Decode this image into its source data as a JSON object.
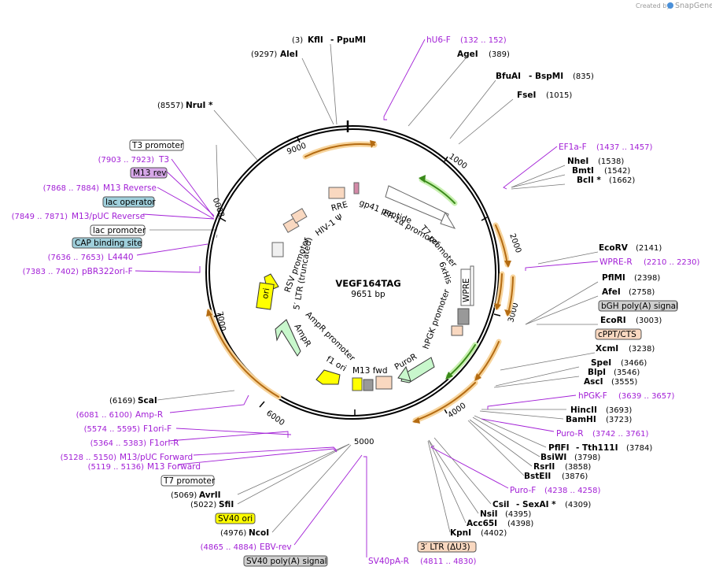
{
  "credit": {
    "prefix": "Created by",
    "brand": "SnapGene"
  },
  "plasmid": {
    "name": "VEGF164TAG",
    "length_label": "9651 bp",
    "length": 9651
  },
  "ticks": [
    "1000",
    "2000",
    "3000",
    "4000",
    "5000",
    "6000",
    "7000",
    "8000",
    "9000"
  ],
  "sites": [
    {
      "id": "kfli",
      "name": "KflI",
      "pos": "(3)",
      "extra": "- PpuMI"
    },
    {
      "id": "alei",
      "name": "AleI",
      "pos": "(9297)"
    },
    {
      "id": "agei",
      "name": "AgeI",
      "pos": "(389)"
    },
    {
      "id": "bfuai",
      "name": "BfuAI",
      "pos": "(835)",
      "extra": "- BspMI"
    },
    {
      "id": "nrui",
      "name": "NruI *",
      "pos": "(8557)"
    },
    {
      "id": "fsei",
      "name": "FseI",
      "pos": "(1015)"
    },
    {
      "id": "nhei",
      "name": "NheI",
      "pos": "(1538)"
    },
    {
      "id": "bmti",
      "name": "BmtI",
      "pos": "(1542)"
    },
    {
      "id": "bcli",
      "name": "BclI *",
      "pos": "(1662)"
    },
    {
      "id": "ecorv",
      "name": "EcoRV",
      "pos": "(2141)"
    },
    {
      "id": "pflmi",
      "name": "PflMI",
      "pos": "(2398)"
    },
    {
      "id": "afei",
      "name": "AfeI",
      "pos": "(2758)"
    },
    {
      "id": "ecori",
      "name": "EcoRI",
      "pos": "(3003)"
    },
    {
      "id": "xcmi",
      "name": "XcmI",
      "pos": "(3238)"
    },
    {
      "id": "spei",
      "name": "SpeI",
      "pos": "(3466)"
    },
    {
      "id": "blpi",
      "name": "BlpI",
      "pos": "(3546)"
    },
    {
      "id": "asci",
      "name": "AscI",
      "pos": "(3555)"
    },
    {
      "id": "hincii",
      "name": "HincII",
      "pos": "(3693)"
    },
    {
      "id": "bamhi",
      "name": "BamHI",
      "pos": "(3723)"
    },
    {
      "id": "pflfi",
      "name": "PflFI",
      "pos": "(3784)",
      "extra": "- Tth111I"
    },
    {
      "id": "bsiwi",
      "name": "BsiWI",
      "pos": "(3798)"
    },
    {
      "id": "rsrii",
      "name": "RsrII",
      "pos": "(3858)"
    },
    {
      "id": "bsteii",
      "name": "BstEII",
      "pos": "(3876)"
    },
    {
      "id": "csii",
      "name": "CsiI",
      "pos": "(4309)",
      "extra": "- SexAI *"
    },
    {
      "id": "nsii",
      "name": "NsiI",
      "pos": "(4395)"
    },
    {
      "id": "acc65i",
      "name": "Acc65I",
      "pos": "(4398)"
    },
    {
      "id": "kpni",
      "name": "KpnI",
      "pos": "(4402)"
    },
    {
      "id": "scai",
      "name": "ScaI",
      "pos": "(6169)"
    },
    {
      "id": "avrii",
      "name": "AvrII",
      "pos": "(5069)"
    },
    {
      "id": "sfii",
      "name": "SfiI",
      "pos": "(5022)"
    },
    {
      "id": "ncoi",
      "name": "NcoI",
      "pos": "(4976)"
    }
  ],
  "primers": [
    {
      "id": "hu6f",
      "name": "hU6-F",
      "pos": "(132 .. 152)"
    },
    {
      "id": "ef1af",
      "name": "EF1a-F",
      "pos": "(1437 .. 1457)"
    },
    {
      "id": "wprer",
      "name": "WPRE-R",
      "pos": "(2210 .. 2230)"
    },
    {
      "id": "hpgkf",
      "name": "hPGK-F",
      "pos": "(3639 .. 3657)"
    },
    {
      "id": "puror",
      "name": "Puro-R",
      "pos": "(3742 .. 3761)"
    },
    {
      "id": "purof",
      "name": "Puro-F",
      "pos": "(4238 .. 4258)"
    },
    {
      "id": "sv40par",
      "name": "SV40pA-R",
      "pos": "(4811 .. 4830)"
    },
    {
      "id": "ebvrev",
      "name": "EBV-rev",
      "pos": "(4865 .. 4884)"
    },
    {
      "id": "m13fwd",
      "name": "M13 Forward",
      "pos": "(5119 .. 5136)"
    },
    {
      "id": "m13pucfwd",
      "name": "M13/pUC Forward",
      "pos": "(5128 .. 5150)"
    },
    {
      "id": "f1orir",
      "name": "F1ori-R",
      "pos": "(5364 .. 5383)"
    },
    {
      "id": "f1orif",
      "name": "F1ori-F",
      "pos": "(5574 .. 5595)"
    },
    {
      "id": "ampr",
      "name": "Amp-R",
      "pos": "(6081 .. 6100)"
    },
    {
      "id": "pbr322",
      "name": "pBR322ori-F",
      "pos": "(7383 .. 7402)"
    },
    {
      "id": "l4440",
      "name": "L4440",
      "pos": "(7636 .. 7653)"
    },
    {
      "id": "m13puc_rev",
      "name": "M13/pUC Reverse",
      "pos": "(7849 .. 7871)"
    },
    {
      "id": "m13reverse",
      "name": "M13 Reverse",
      "pos": "(7868 .. 7884)"
    },
    {
      "id": "t3",
      "name": "T3",
      "pos": "(7903 .. 7923)"
    }
  ],
  "boxed_labels": [
    {
      "id": "t3promoter",
      "text": "T3 promoter"
    },
    {
      "id": "m13rev",
      "text": "M13 rev"
    },
    {
      "id": "lacoperator",
      "text": "lac operator"
    },
    {
      "id": "lacpromoter",
      "text": "lac promoter"
    },
    {
      "id": "capbinding",
      "text": "CAP binding site"
    },
    {
      "id": "bgh",
      "text": "bGH poly(A) signal"
    },
    {
      "id": "cppt",
      "text": "cPPT/CTS"
    },
    {
      "id": "ltr3",
      "text": "3′ LTR (ΔU3)"
    },
    {
      "id": "sv40polya",
      "text": "SV40 poly(A) signal"
    },
    {
      "id": "t7promoter",
      "text": "T7 promoter"
    },
    {
      "id": "sv40ori",
      "text": "SV40 ori"
    }
  ],
  "inner_labels": [
    {
      "id": "gp41",
      "text": "gp41 peptide"
    },
    {
      "id": "rre",
      "text": "RRE"
    },
    {
      "id": "hivpsi",
      "text": "HIV-1 Ψ"
    },
    {
      "id": "ef1a",
      "text": "EF-1α promoter"
    },
    {
      "id": "t7prom",
      "text": "T7 promoter"
    },
    {
      "id": "sixhis",
      "text": "6xHis"
    },
    {
      "id": "wpre",
      "text": "WPRE"
    },
    {
      "id": "hpgk",
      "text": "hPGK promoter"
    },
    {
      "id": "puror",
      "text": "PuroR"
    },
    {
      "id": "m13fwd",
      "text": "M13 fwd"
    },
    {
      "id": "f1ori",
      "text": "f1 ori"
    },
    {
      "id": "amprprom",
      "text": "AmpR promoter"
    },
    {
      "id": "ampr",
      "text": "AmpR"
    },
    {
      "id": "ori",
      "text": "ori"
    },
    {
      "id": "ltr5",
      "text": "5′ LTR (truncated)"
    },
    {
      "id": "rsv",
      "text": "RSV promoter"
    }
  ]
}
